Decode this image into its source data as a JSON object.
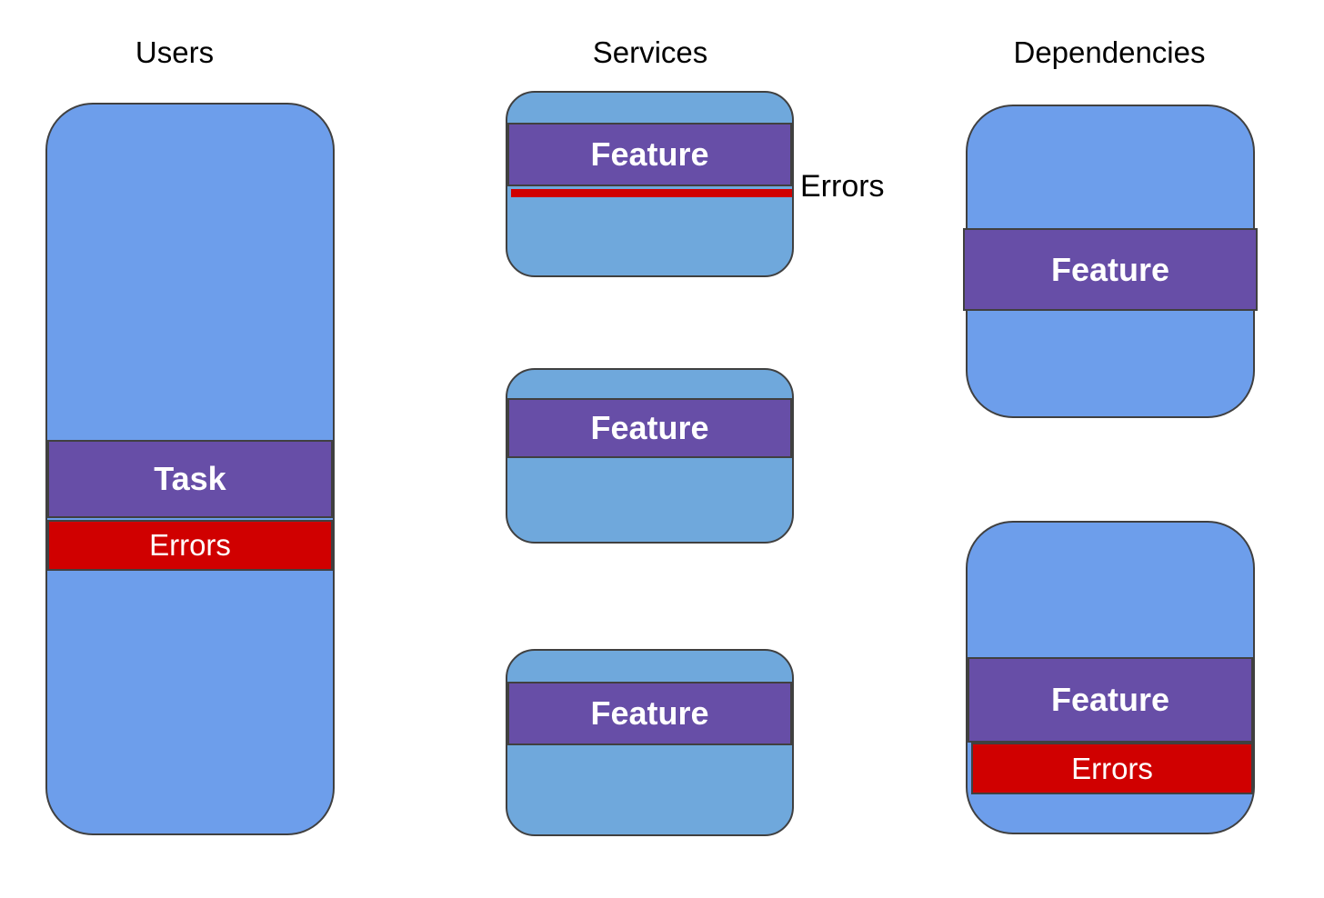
{
  "colors": {
    "background": "#ffffff",
    "card_blue_cornflower": "#6d9eeb",
    "card_blue_light": "#6fa8dc",
    "band_purple": "#674ea7",
    "band_red": "#d00000",
    "border_gray": "#404040",
    "band_text_white": "#ffffff",
    "title_black": "#000000"
  },
  "columns": {
    "users": {
      "title": "Users",
      "card": {
        "task_band_label": "Task",
        "errors_band_label": "Errors"
      }
    },
    "services": {
      "title": "Services",
      "cards": [
        {
          "feature_band_label": "Feature",
          "error_line_annotation": "Errors"
        },
        {
          "feature_band_label": "Feature"
        },
        {
          "feature_band_label": "Feature"
        }
      ]
    },
    "dependencies": {
      "title": "Dependencies",
      "cards": [
        {
          "feature_band_label": "Feature"
        },
        {
          "feature_band_label": "Feature",
          "errors_band_label": "Errors"
        }
      ]
    }
  }
}
